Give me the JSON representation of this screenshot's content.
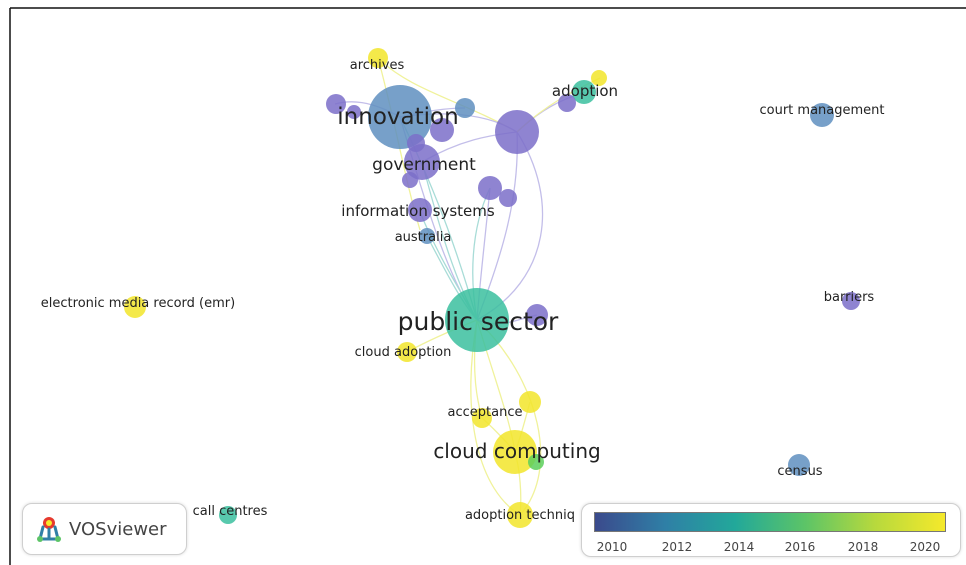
{
  "network": {
    "labels": {
      "archives": "archives",
      "adoption": "adoption",
      "innovation": "innovation",
      "government": "government",
      "information_systems": "information systems",
      "australia": "australia",
      "court_management": "court management",
      "electronic_media_record": "electronic media record (emr)",
      "public_sector": "public sector",
      "barriers": "barriers",
      "cloud_adoption": "cloud adoption",
      "acceptance": "acceptance",
      "cloud_computing": "cloud computing",
      "census": "census",
      "call_centres": "call centres",
      "adoption_techniques": "adoption techniq"
    }
  },
  "colors": {
    "purple": "#7b6fc9",
    "blue": "#5f8fbf",
    "teal": "#3bbf9f",
    "green": "#5ccf5c",
    "yellow": "#f2e52a",
    "edge_purple": "#b9b3e6",
    "edge_teal": "#9ad6d1",
    "edge_yellow": "#eef08a"
  },
  "legend": {
    "logo_text": "VOSviewer",
    "scale_years": [
      "2010",
      "2012",
      "2014",
      "2016",
      "2018",
      "2020"
    ],
    "gradient": [
      "#3b4a8c",
      "#2f7fa6",
      "#22a89a",
      "#5cc467",
      "#b7d93d",
      "#f5e92b"
    ]
  }
}
